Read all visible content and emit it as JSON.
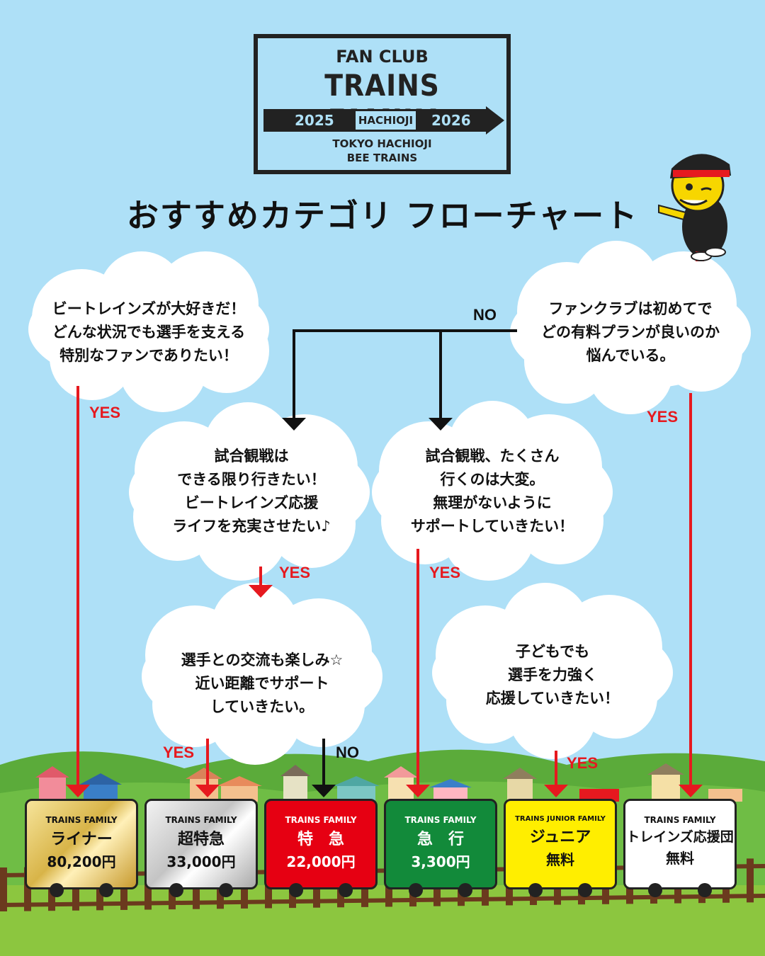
{
  "logo": {
    "club": "FAN CLUB",
    "brand": "TRAINS FAMILY",
    "year_start": "2025",
    "city": "HACHIOJI",
    "year_end": "2026",
    "team_line1": "TOKYO HACHIOJI",
    "team_line2": "BEE TRAINS"
  },
  "title": "おすすめカテゴリ フローチャート",
  "clouds": {
    "q1": [
      "ビートレインズが大好きだ！",
      "どんな状況でも選手を支える",
      "特別なファンでありたい！"
    ],
    "q2": [
      "ファンクラブは初めてで",
      "どの有料プランが良いのか",
      "悩んでいる。"
    ],
    "q3": [
      "試合観戦は",
      "できる限り行きたい！",
      "ビートレインズ応援",
      "ライフを充実させたい♪"
    ],
    "q4": [
      "試合観戦、たくさん",
      "行くのは大変。",
      "無理がないように",
      "サポートしていきたい！"
    ],
    "q5": [
      "選手との交流も楽しみ☆",
      "近い距離でサポート",
      "していきたい。"
    ],
    "q6": [
      "子どもでも",
      "選手を力強く",
      "応援していきたい！"
    ]
  },
  "labels": {
    "yes": "YES",
    "no": "NO"
  },
  "cars": [
    {
      "brand": "TRAINS FAMILY",
      "name": "ライナー",
      "price": "80,200円",
      "style": "gold"
    },
    {
      "brand": "TRAINS FAMILY",
      "name": "超特急",
      "price": "33,000円",
      "style": "silver"
    },
    {
      "brand": "TRAINS FAMILY",
      "name": "特　急",
      "price": "22,000円",
      "style": "red"
    },
    {
      "brand": "TRAINS FAMILY",
      "name": "急　行",
      "price": "3,300円",
      "style": "green"
    },
    {
      "brand": "TRAINS JUNIOR FAMILY",
      "name": "ジュニア",
      "price": "無料",
      "style": "yellow"
    },
    {
      "brand": "TRAINS FAMILY",
      "name": "トレインズ応援団",
      "price": "無料",
      "style": "white"
    }
  ],
  "colors": {
    "sky": "#aee0f7",
    "yes_arrow": "#e6191f",
    "no_arrow": "#111111",
    "grass": "#8cc63f",
    "hills": "#5bab3a"
  }
}
